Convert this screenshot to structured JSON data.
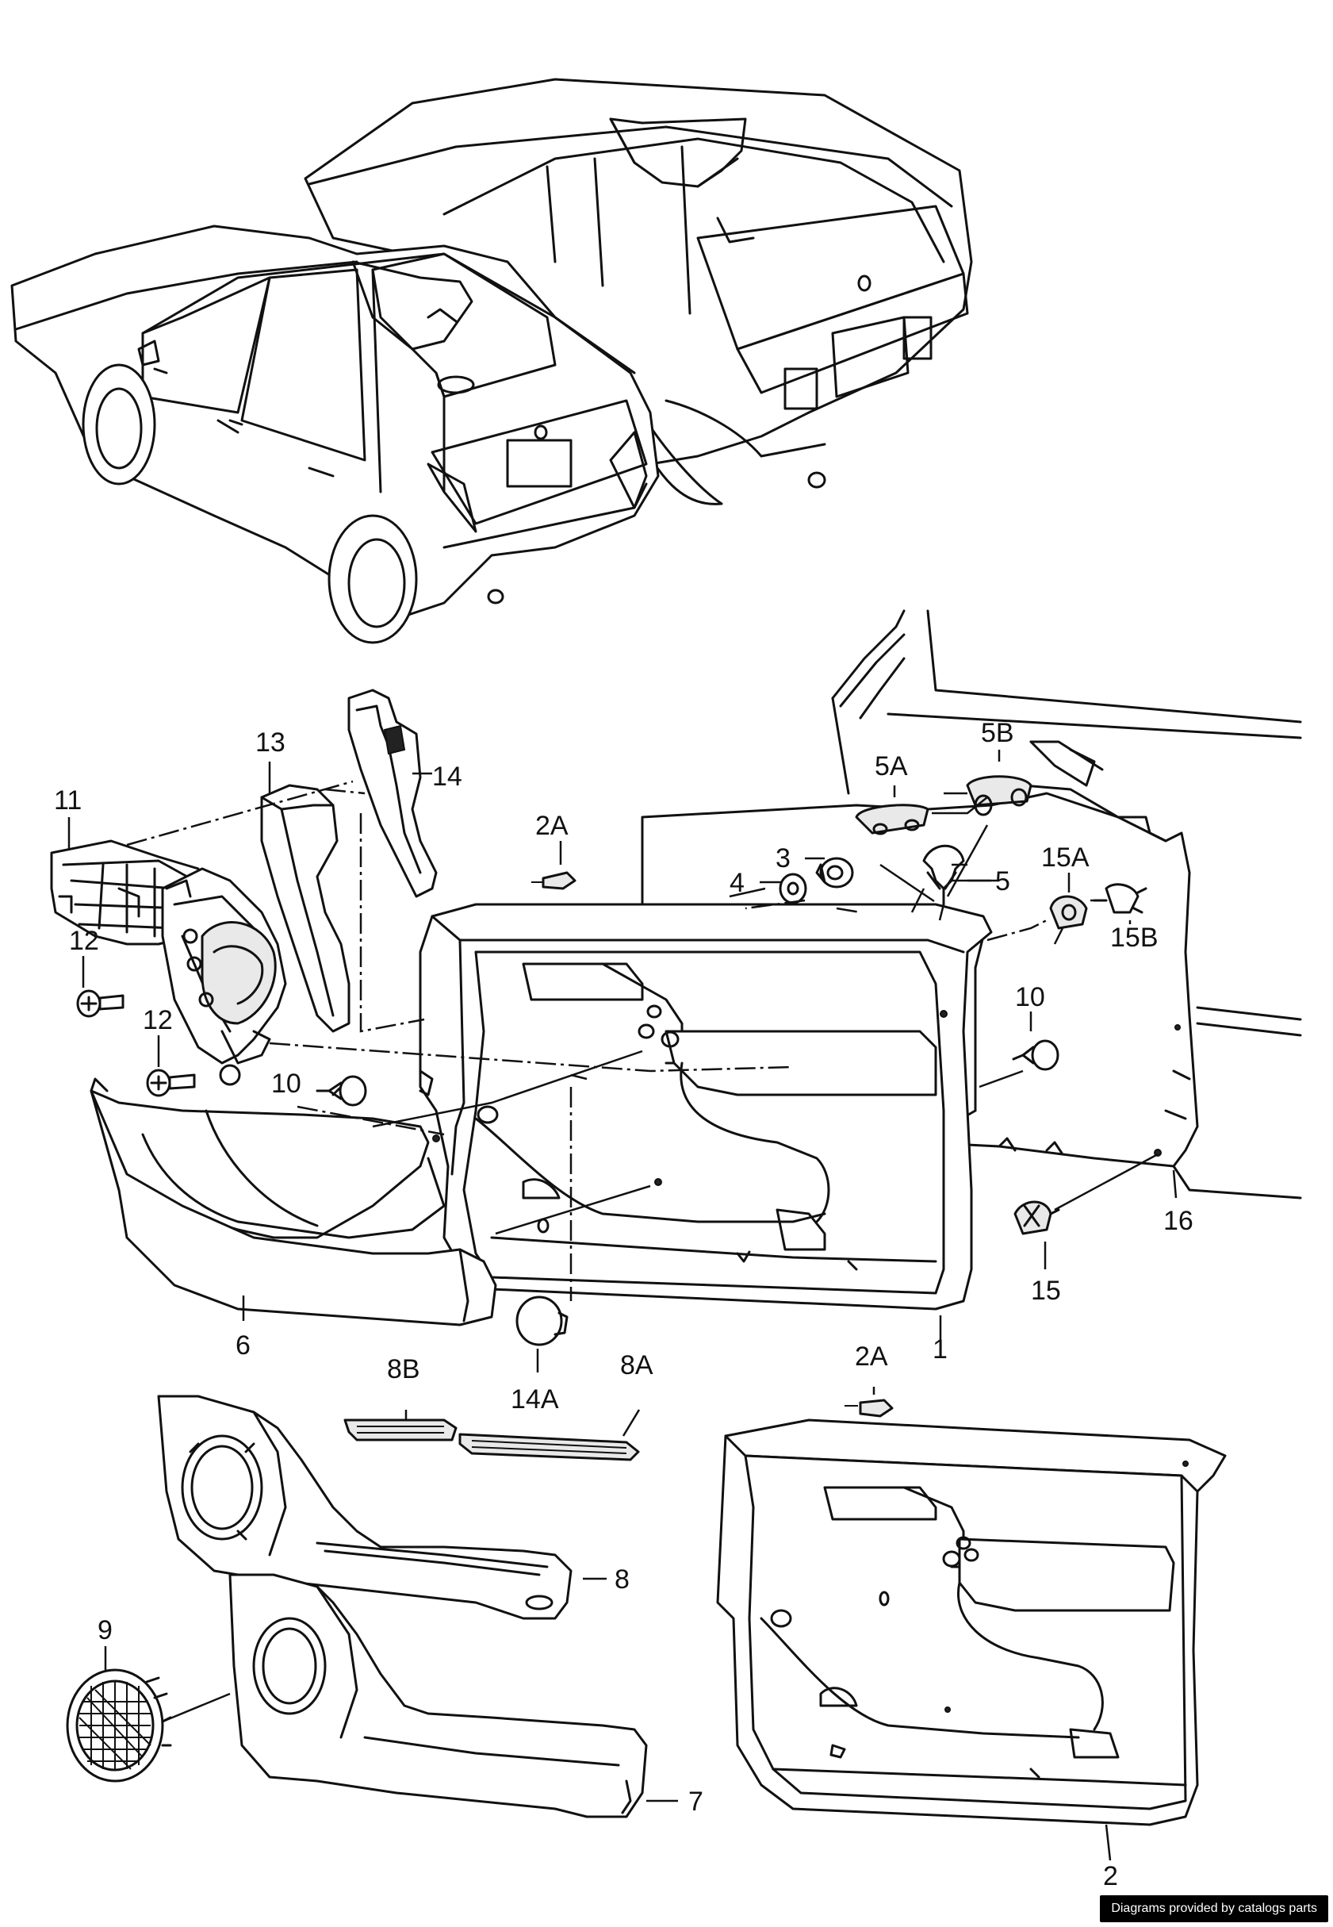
{
  "diagram": {
    "callouts": {
      "p1": "1",
      "p2": "2",
      "p2A_top": "2A",
      "p2A_bottom": "2A",
      "p3": "3",
      "p4": "4",
      "p5": "5",
      "p5A": "5A",
      "p5B": "5B",
      "p6": "6",
      "p7": "7",
      "p8": "8",
      "p8A": "8A",
      "p8B": "8B",
      "p9": "9",
      "p10_left": "10",
      "p10_right": "10",
      "p11": "11",
      "p12_top": "12",
      "p12_bottom": "12",
      "p13": "13",
      "p14": "14",
      "p14A": "14A",
      "p15": "15",
      "p15A": "15A",
      "p15B": "15B",
      "p16": "16"
    }
  },
  "credit": "Diagrams provided by catalogs parts"
}
